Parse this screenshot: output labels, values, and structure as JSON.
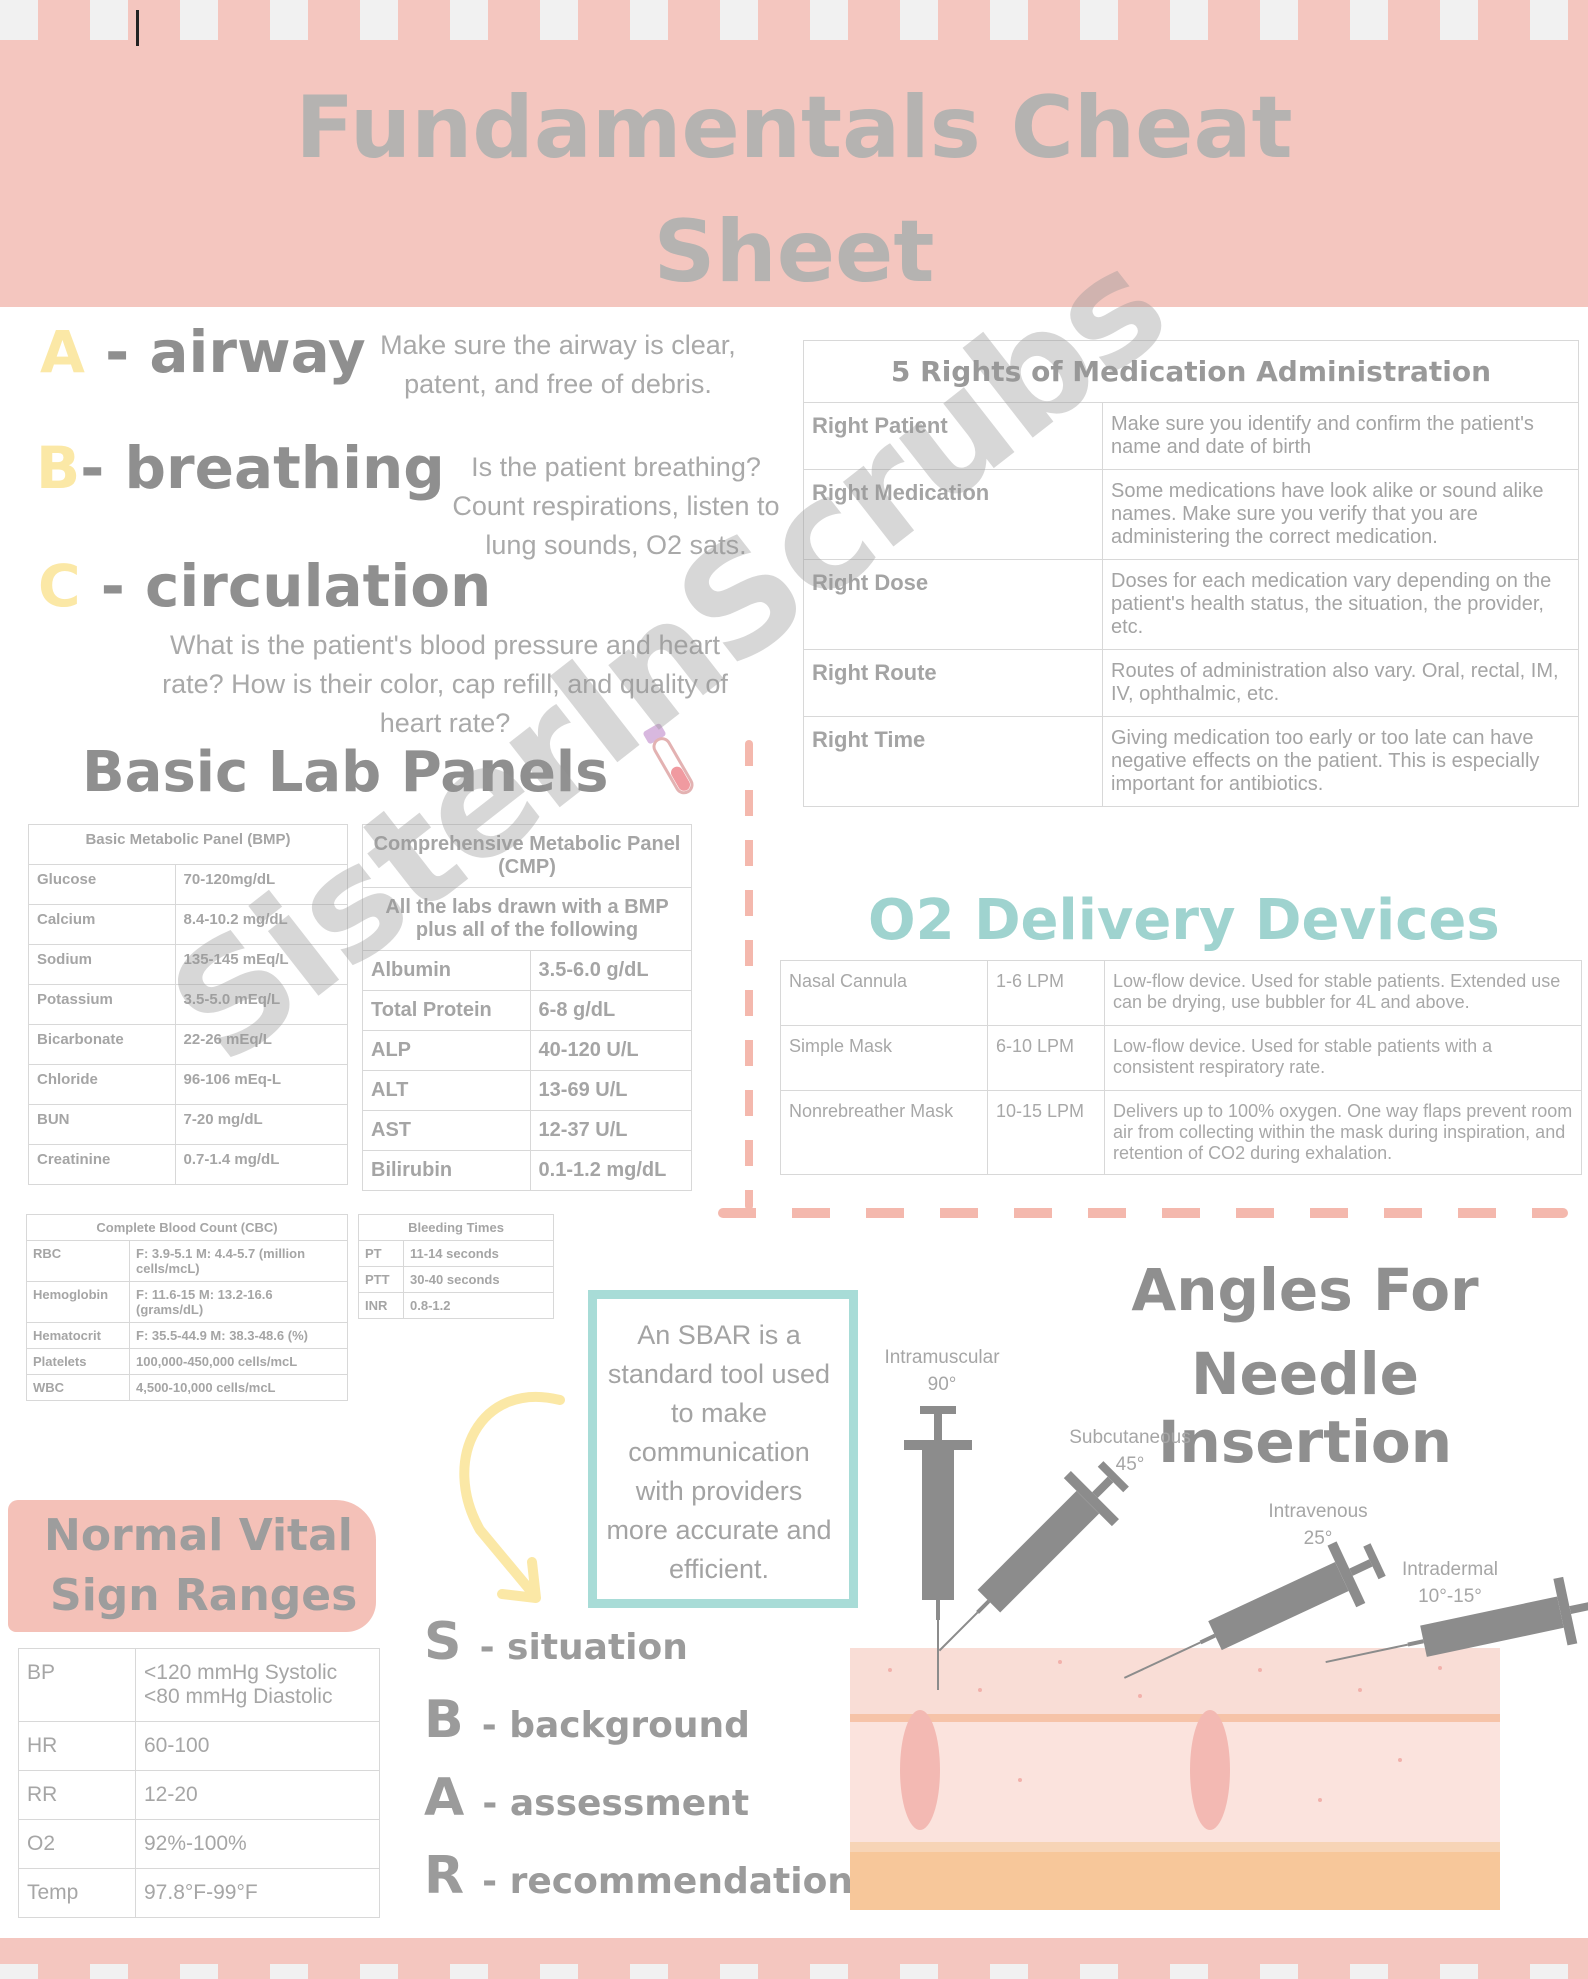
{
  "header": {
    "title_line1": "Fundamentals Cheat",
    "title_line2": "Sheet"
  },
  "colors": {
    "header_pink": "#f4c6bf",
    "letter_yellow": "#fbe8a6",
    "teal": "#9fd3cf",
    "gray_text": "#8f8f8f"
  },
  "abc": {
    "a": {
      "letter": "A",
      "dash": " - ",
      "word": "airway",
      "note_l1": "Make sure the airway is clear,",
      "note_l2": "patent, and free of debris."
    },
    "b": {
      "letter": "B",
      "dash": "- ",
      "word": "breathing",
      "note_l1": "Is the patient breathing?",
      "note_l2": "Count respirations, listen to",
      "note_l3": "lung sounds, O2 sats."
    },
    "c": {
      "letter": "C",
      "dash": " - ",
      "word": "circulation",
      "note_l1": "What is the patient's blood pressure and heart",
      "note_l2": "rate? How is their color, cap refill, and quality of",
      "note_l3": "heart rate?"
    }
  },
  "labs": {
    "title": "Basic Lab Panels",
    "bmp": {
      "header": "Basic Metabolic Panel (BMP)",
      "rows": [
        [
          "Glucose",
          "70-120mg/dL"
        ],
        [
          "Calcium",
          "8.4-10.2 mg/dL"
        ],
        [
          "Sodium",
          "135-145 mEq/L"
        ],
        [
          "Potassium",
          "3.5-5.0 mEq/L"
        ],
        [
          "Bicarbonate",
          "22-26 mEq/L"
        ],
        [
          "Chloride",
          "96-106 mEq-L"
        ],
        [
          "BUN",
          "7-20 mg/dL"
        ],
        [
          "Creatinine",
          "0.7-1.4 mg/dL"
        ]
      ]
    },
    "cmp": {
      "header": "Comprehensive Metabolic Panel (CMP)",
      "sub": "All the labs drawn with a BMP plus all of the following",
      "rows": [
        [
          "Albumin",
          "3.5-6.0 g/dL"
        ],
        [
          "Total Protein",
          "6-8 g/dL"
        ],
        [
          "ALP",
          "40-120 U/L"
        ],
        [
          "ALT",
          "13-69 U/L"
        ],
        [
          "AST",
          "12-37 U/L"
        ],
        [
          "Bilirubin",
          "0.1-1.2 mg/dL"
        ]
      ]
    },
    "cbc": {
      "header": "Complete Blood Count (CBC)",
      "rows": [
        [
          "RBC",
          "F: 3.9-5.1   M: 4.4-5.7 (million cells/mcL)"
        ],
        [
          "Hemoglobin",
          "F: 11.6-15  M: 13.2-16.6 (grams/dL)"
        ],
        [
          "Hematocrit",
          "F: 35.5-44.9  M: 38.3-48.6 (%)"
        ],
        [
          "Platelets",
          "100,000-450,000 cells/mcL"
        ],
        [
          "WBC",
          "4,500-10,000 cells/mcL"
        ]
      ]
    },
    "bleeding": {
      "header": "Bleeding Times",
      "rows": [
        [
          "PT",
          "11-14 seconds"
        ],
        [
          "PTT",
          "30-40 seconds"
        ],
        [
          "INR",
          "0.8-1.2"
        ]
      ]
    }
  },
  "meds": {
    "title": "5 Rights of Medication Administration",
    "rows": [
      [
        "Right Patient",
        "Make sure you identify and confirm the patient's name and date of birth"
      ],
      [
        "Right Medication",
        "Some medications have look alike or sound alike names. Make sure you verify that you are administering the correct medication."
      ],
      [
        "Right Dose",
        "Doses for each medication vary depending on the patient's health status, the situation, the provider, etc."
      ],
      [
        "Right Route",
        "Routes of administration also vary. Oral, rectal, IM, IV, ophthalmic, etc."
      ],
      [
        "Right Time",
        "Giving medication too early or too late can have negative effects on the patient. This is especially important for antibiotics."
      ]
    ]
  },
  "o2": {
    "title": "O2 Delivery Devices",
    "rows": [
      [
        "Nasal Cannula",
        "1-6 LPM",
        "Low-flow device. Used for stable patients. Extended use can be drying, use bubbler for 4L and above."
      ],
      [
        "Simple Mask",
        "6-10 LPM",
        "Low-flow device. Used for stable patients with a consistent respiratory rate."
      ],
      [
        "Nonrebreather Mask",
        "10-15 LPM",
        "Delivers up to 100% oxygen. One way flaps prevent room air from collecting within the mask during inspiration, and retention of CO2 during exhalation."
      ]
    ]
  },
  "vitals": {
    "title_l1": "Normal Vital",
    "title_l2": "Sign Ranges",
    "rows": [
      [
        "BP",
        "<120 mmHg Systolic <80 mmHg Diastolic"
      ],
      [
        "HR",
        "60-100"
      ],
      [
        "RR",
        "12-20"
      ],
      [
        "O2",
        "92%-100%"
      ],
      [
        "Temp",
        "97.8°F-99°F"
      ]
    ]
  },
  "sbar": {
    "box_text": "An SBAR is a standard tool used to make communication with providers more accurate and efficient.",
    "items": [
      [
        "S",
        "situation"
      ],
      [
        "B",
        "background"
      ],
      [
        "A",
        "assessment"
      ],
      [
        "R",
        "recommendation"
      ]
    ]
  },
  "needle": {
    "title_l1": "Angles For",
    "title_l2": "Needle Insertion",
    "im": [
      "Intramuscular",
      "90°"
    ],
    "subq": [
      "Subcutaneous",
      "45°"
    ],
    "iv": [
      "Intravenous",
      "25°"
    ],
    "id": [
      "Intradermal",
      "10°-15°"
    ]
  },
  "watermark": "SisterInScrubs"
}
